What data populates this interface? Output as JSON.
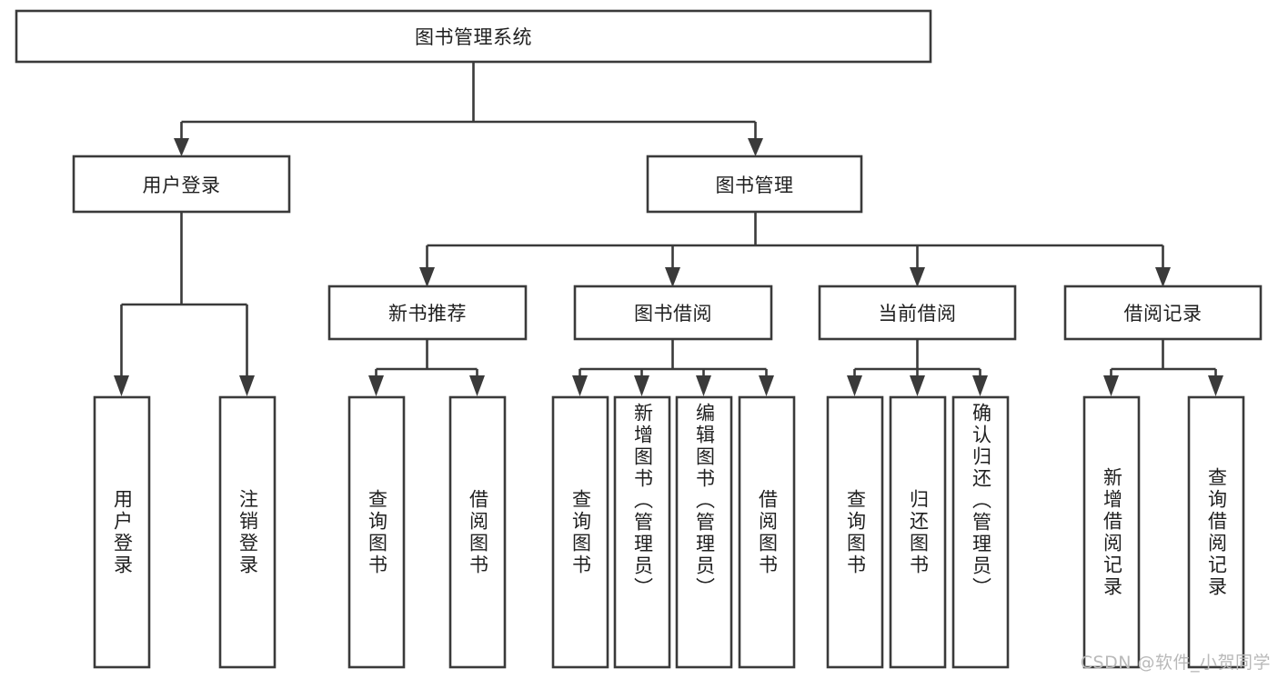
{
  "diagram": {
    "type": "tree-hierarchy",
    "orientation": "top-down",
    "title": "图书管理系统",
    "background_color": "#ffffff",
    "stroke_color": "#3a3a3a",
    "text_color": "#1f1f1f",
    "nodes": {
      "root": {
        "label": "图书管理系统",
        "level": 0
      },
      "l1": [
        {
          "id": "user-login",
          "label": "用户登录",
          "level": 1
        },
        {
          "id": "book-manage",
          "label": "图书管理",
          "level": 1
        }
      ],
      "l2": [
        {
          "id": "new-book-recommend",
          "label": "新书推荐",
          "level": 2,
          "parent": "book-manage"
        },
        {
          "id": "book-borrow",
          "label": "图书借阅",
          "level": 2,
          "parent": "book-manage"
        },
        {
          "id": "current-borrow",
          "label": "当前借阅",
          "level": 2,
          "parent": "book-manage"
        },
        {
          "id": "borrow-record",
          "label": "借阅记录",
          "level": 2,
          "parent": "book-manage"
        }
      ],
      "leaves": [
        {
          "id": "leaf-user-login",
          "label": "用户登录",
          "parent": "user-login",
          "align": "center"
        },
        {
          "id": "leaf-logout-login",
          "label": "注销登录",
          "parent": "user-login",
          "align": "center"
        },
        {
          "id": "leaf-query-book-1",
          "label": "查询图书",
          "parent": "new-book-recommend",
          "align": "center"
        },
        {
          "id": "leaf-borrow-book-1",
          "label": "借阅图书",
          "parent": "new-book-recommend",
          "align": "center"
        },
        {
          "id": "leaf-query-book-2",
          "label": "查询图书",
          "parent": "book-borrow",
          "align": "center"
        },
        {
          "id": "leaf-add-book",
          "label": "新增图书（管理员）",
          "parent": "book-borrow",
          "align": "top"
        },
        {
          "id": "leaf-edit-book",
          "label": "编辑图书（管理员）",
          "parent": "book-borrow",
          "align": "top"
        },
        {
          "id": "leaf-borrow-book-2",
          "label": "借阅图书",
          "parent": "book-borrow",
          "align": "center"
        },
        {
          "id": "leaf-query-book-3",
          "label": "查询图书",
          "parent": "current-borrow",
          "align": "center"
        },
        {
          "id": "leaf-return-book",
          "label": "归还图书",
          "parent": "current-borrow",
          "align": "center"
        },
        {
          "id": "leaf-confirm-return",
          "label": "确认归还（管理员）",
          "parent": "current-borrow",
          "align": "top"
        },
        {
          "id": "leaf-add-record",
          "label": "新增借阅记录",
          "parent": "borrow-record",
          "align": "center"
        },
        {
          "id": "leaf-query-record",
          "label": "查询借阅记录",
          "parent": "borrow-record",
          "align": "center"
        }
      ]
    }
  },
  "watermark": {
    "text": "CSDN @软件_小贺同学"
  }
}
